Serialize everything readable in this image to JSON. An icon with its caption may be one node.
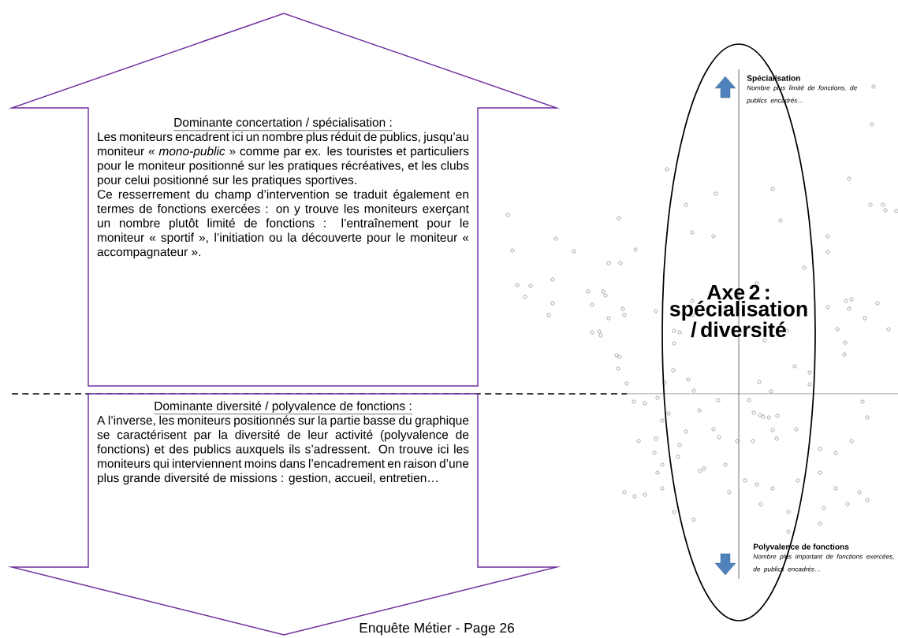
{
  "diagram": {
    "nodes": [
      {
        "text": [
          "Dominante concertation / spécialisation :",
          "Les moniteurs encadrent ici un nombre plus réduit de publics, jusqu’au moniteur « *mono-public* » comme par ex. les touristes et particuliers pour le moniteur positionné sur les pratiques récréatives, et les clubs pour celui positionné sur les pratiques sportives.",
          "Ce resserrement du champ d’intervention se traduit également en termes de fonctions exercées : on y trouve les moniteurs exerçant un nombre plutôt limité de fonctions : l’entraînement pour le moniteur « sportif », l’initiation ou la découverte pour le moniteur « accompagnateur »."
        ]
      },
      {
        "text": [
          "Dominante diversité / polyvalence de fonctions :",
          "A l’inverse, les moniteurs positionnés sur la partie basse du graphique se caractérisent par la diversité de leur activité (polyvalence de fonctions) et des publics auxquels ils s’adressent. On trouve ici les moniteurs qui interviennent moins dans l’encadrement en raison d’une plus grande diversité de missions : gestion, accueil, entretien…"
        ]
      },
      {
        "text": [
          "Axe 2 : spécialisation / diversité"
        ]
      }
    ],
    "labels": [
      "Spécialisation",
      "Nombre plus limité de fonctions, de publics encadrés…",
      "Polyvalence de fonctions",
      "Nombre plus important de fonctions exercées, de publics encadrés…",
      "Enquête Métier - Page 26"
    ]
  }
}
